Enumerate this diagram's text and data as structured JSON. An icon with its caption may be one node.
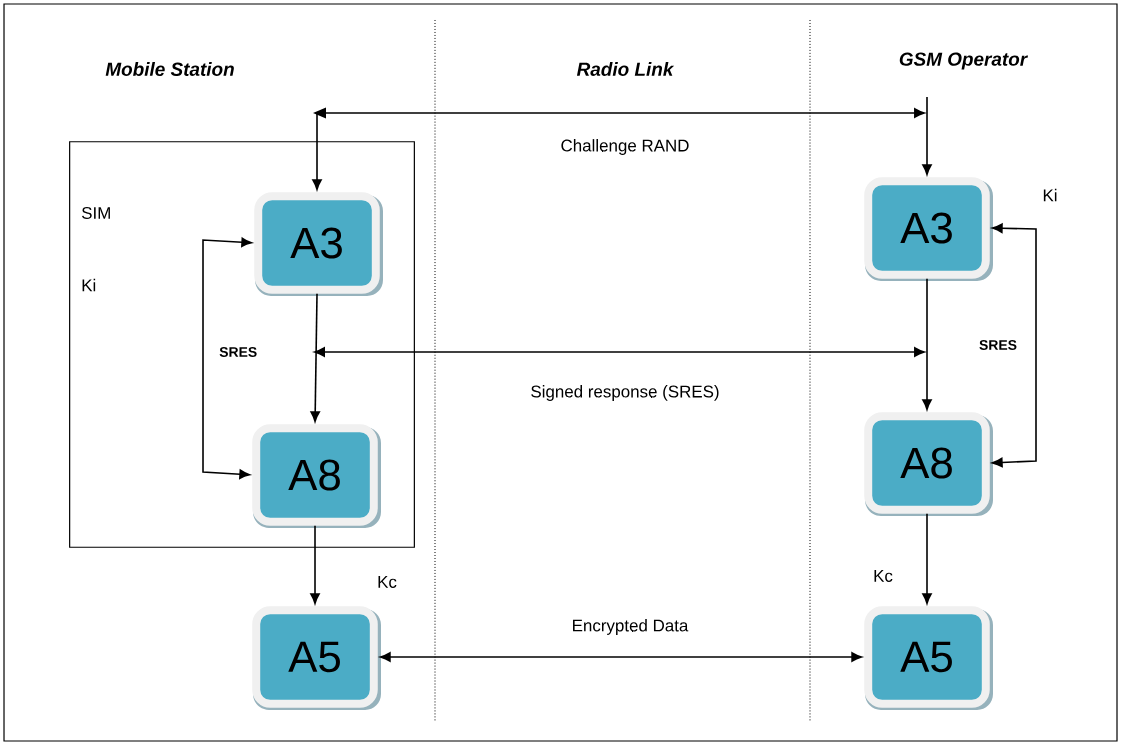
{
  "diagram": {
    "nodes": [
      {
        "text": [
          "SIM",
          "Ki"
        ]
      },
      {
        "text": [
          "A3"
        ],
        "in": 0
      },
      {
        "text": [
          "A8"
        ],
        "in": 0
      },
      {
        "text": [
          "A5"
        ],
        "beside": [
          "Kc"
        ]
      },
      {
        "text": [
          "A3"
        ],
        "beside": [
          "Ki"
        ]
      },
      {
        "text": [
          "A8"
        ]
      },
      {
        "text": [
          "A5"
        ],
        "beside": [
          "Kc"
        ]
      },
      {
        "text": [
          "SRES"
        ],
        "in": 0
      }
    ],
    "edges": [
      {
        "from": null,
        "to": 4,
        "arrow": "to"
      },
      {
        "from": null,
        "to": 1,
        "arrow": "both",
        "label": "Challenge RAND"
      },
      {
        "from": 1,
        "to": 2,
        "arrow": "to"
      },
      {
        "from": null,
        "to": 7,
        "arrow": "both",
        "label": "Signed response (SRES)"
      },
      {
        "from": 1,
        "to": 2,
        "arrow": "both"
      },
      {
        "from": 4,
        "to": 5,
        "arrow": "to"
      },
      {
        "from": 4,
        "to": 5,
        "arrow": "both"
      },
      {
        "from": 2,
        "to": 3,
        "arrow": "to"
      },
      {
        "from": 5,
        "to": 6,
        "arrow": "to"
      },
      {
        "from": 3,
        "to": 6,
        "arrow": "both",
        "label": "Encrypted Data"
      }
    ],
    "labels": [
      "Mobile Station",
      "Radio Link",
      "GSM Operator",
      "SRES"
    ]
  }
}
